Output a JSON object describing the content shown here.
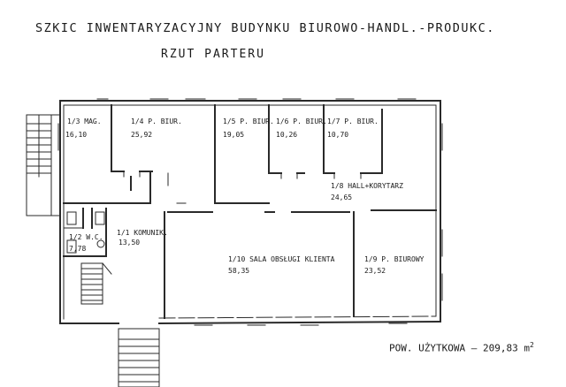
{
  "header": {
    "title": "SZKIC INWENTARYZACYJNY BUDYNKU BIUROWO-HANDL.-PRODUKC.",
    "subtitle": "RZUT PARTERU"
  },
  "rooms": [
    {
      "id": "1/3",
      "name": "MAG.",
      "area": "16,10"
    },
    {
      "id": "1/4",
      "name": "P. BIUR.",
      "area": "25,92"
    },
    {
      "id": "1/5",
      "name": "P. BIUR.",
      "area": "19,05"
    },
    {
      "id": "1/6",
      "name": "P. BIUR.",
      "area": "10,26"
    },
    {
      "id": "1/7",
      "name": "P. BIUR.",
      "area": "10,70"
    },
    {
      "id": "1/8",
      "name": "HALL+KORYTARZ",
      "area": "24,65"
    },
    {
      "id": "1/2",
      "name": "W.C.",
      "area": "7,78"
    },
    {
      "id": "1/1",
      "name": "KOMUNIK.",
      "area": "13,50"
    },
    {
      "id": "1/10",
      "name": "SALA OBSŁUGI KLIENTA",
      "area": "58,35"
    },
    {
      "id": "1/9",
      "name": "P. BIUROWY",
      "area": "23,52"
    }
  ],
  "footer": {
    "total_label": "POW. UŻYTKOWA",
    "total_value": "209,83",
    "total_unit": "m",
    "total_exp": "2"
  }
}
